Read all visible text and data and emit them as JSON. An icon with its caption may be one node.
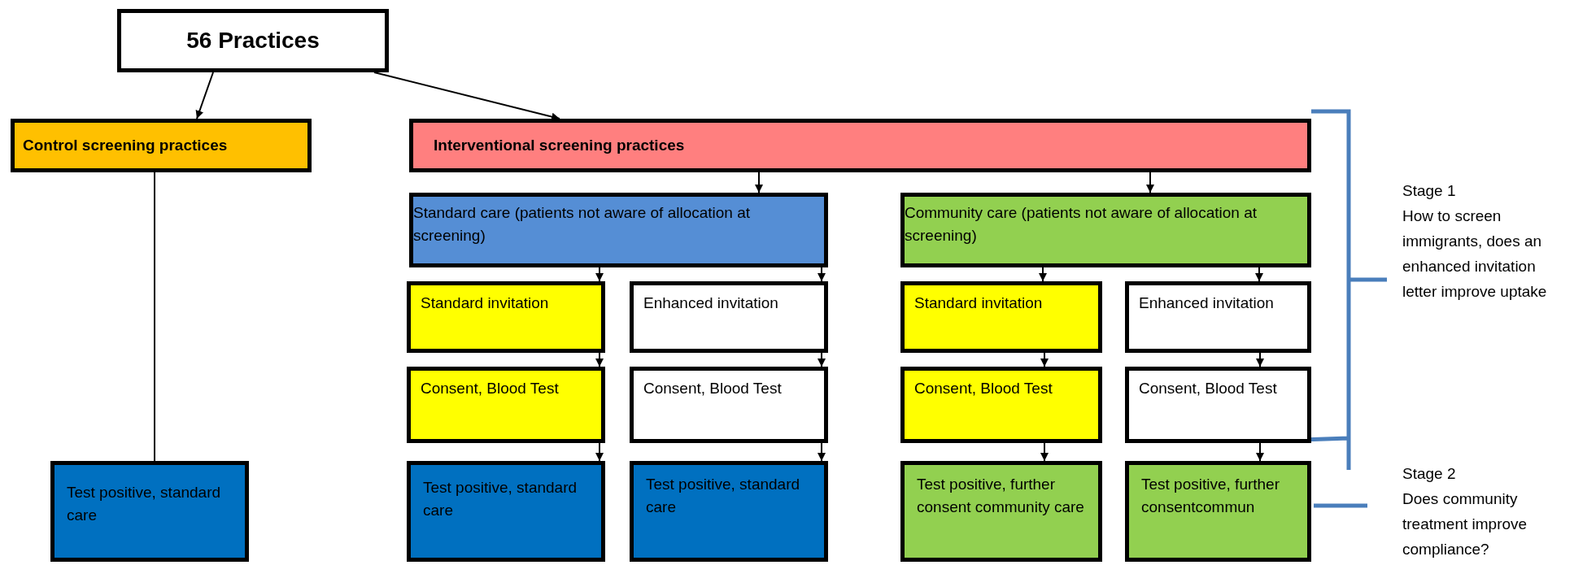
{
  "diagram": {
    "nodes": [
      {
        "text": [
          "56 Practices"
        ]
      },
      {
        "text": [
          "Control screening  practices"
        ]
      },
      {
        "text": [
          "Interventional screening practices"
        ]
      },
      {
        "text": [
          "Standard care (patients not aware of allocation at screening)"
        ]
      },
      {
        "text": [
          "Community care (patients not aware of allocation at screening)"
        ]
      },
      {
        "text": [
          "Standard invitation"
        ]
      },
      {
        "text": [
          "Enhanced invitation"
        ]
      },
      {
        "text": [
          "Standard invitation"
        ]
      },
      {
        "text": [
          "Enhanced invitation"
        ]
      },
      {
        "text": [
          "Consent, Blood Test"
        ]
      },
      {
        "text": [
          "Consent, Blood Test"
        ]
      },
      {
        "text": [
          "Consent, Blood Test"
        ]
      },
      {
        "text": [
          "Consent, Blood Test"
        ]
      },
      {
        "text": [
          "Test positive, standard care"
        ]
      },
      {
        "text": [
          "Test positive, standard care"
        ]
      },
      {
        "text": [
          "Test positive, standard care"
        ]
      },
      {
        "text": [
          "Test positive, further consent community care"
        ]
      },
      {
        "text": [
          "Test positive, further consentcommun"
        ]
      }
    ],
    "edges": [
      {
        "from": 0,
        "to": 1,
        "arrow": "to"
      },
      {
        "from": 0,
        "to": 2,
        "arrow": "to"
      },
      {
        "from": 1,
        "to": 13,
        "arrow": "none"
      },
      {
        "from": 2,
        "to": 3,
        "arrow": "to"
      },
      {
        "from": 2,
        "to": 4,
        "arrow": "to"
      },
      {
        "from": 3,
        "to": 5,
        "arrow": "to"
      },
      {
        "from": 3,
        "to": 6,
        "arrow": "to"
      },
      {
        "from": 4,
        "to": 7,
        "arrow": "to"
      },
      {
        "from": 4,
        "to": 8,
        "arrow": "to"
      },
      {
        "from": 5,
        "to": 9,
        "arrow": "to"
      },
      {
        "from": 6,
        "to": 10,
        "arrow": "to"
      },
      {
        "from": 7,
        "to": 11,
        "arrow": "to"
      },
      {
        "from": 8,
        "to": 12,
        "arrow": "to"
      },
      {
        "from": 9,
        "to": 14,
        "arrow": "to"
      },
      {
        "from": 10,
        "to": 15,
        "arrow": "to"
      },
      {
        "from": 11,
        "to": 16,
        "arrow": "to"
      },
      {
        "from": 12,
        "to": 17,
        "arrow": "to"
      }
    ],
    "labels": [
      "Stage 1",
      "How to screen immigrants, does an enhanced invitation letter improve uptake",
      "Stage 2",
      "Does community treatment improve compliance?"
    ]
  }
}
